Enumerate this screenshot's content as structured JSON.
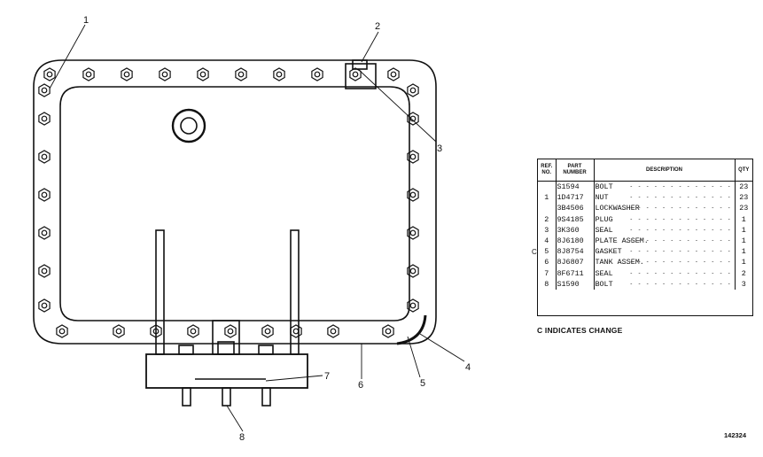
{
  "callouts": [
    "1",
    "2",
    "3",
    "4",
    "5",
    "6",
    "7",
    "8"
  ],
  "table": {
    "headers": {
      "ref": "REF. NO.",
      "part": "PART NUMBER",
      "description": "DESCRIPTION",
      "qty": "QTY"
    },
    "rows": [
      {
        "ref": "",
        "part": "S1594",
        "description": "BOLT",
        "qty": "23"
      },
      {
        "ref": "1",
        "part": "1D4717",
        "description": "NUT",
        "qty": "23"
      },
      {
        "ref": "",
        "part": "3B4506",
        "description": "LOCKWASHER",
        "qty": "23"
      },
      {
        "ref": "2",
        "part": "9S4185",
        "description": "PLUG",
        "qty": "1"
      },
      {
        "ref": "3",
        "part": "3K360",
        "description": "SEAL",
        "qty": "1"
      },
      {
        "ref": "4",
        "part": "8J6180",
        "description": "PLATE ASSEM.",
        "qty": "1"
      },
      {
        "ref": "5",
        "part": "8J8754",
        "description": "GASKET",
        "qty": "1"
      },
      {
        "ref": "6",
        "part": "8J6807",
        "description": "TANK ASSEM.",
        "qty": "1"
      },
      {
        "ref": "7",
        "part": "8F6711",
        "description": "SEAL",
        "qty": "2"
      },
      {
        "ref": "8",
        "part": "S1590",
        "description": "BOLT",
        "qty": "3"
      }
    ],
    "change_marker": "C"
  },
  "change_note": "C INDICATES CHANGE",
  "figure_number": "142324"
}
